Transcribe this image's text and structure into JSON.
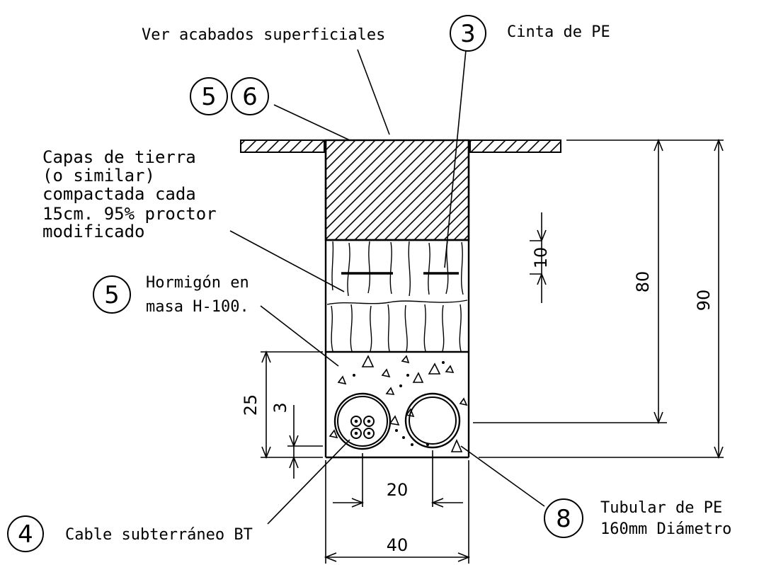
{
  "labels": {
    "surface_finish": "Ver acabados superficiales",
    "pe_tape": "Cinta de PE",
    "soil_layers_1": "Capas de tierra",
    "soil_layers_2": "(o similar)",
    "soil_layers_3": "compactada  cada",
    "soil_layers_4": "15cm. 95% proctor",
    "soil_layers_5": "modificado",
    "concrete_1": "Hormigón en",
    "concrete_2": "masa H-100.",
    "cable": "Cable subterráneo BT",
    "tube_1": "Tubular de PE",
    "tube_2": "160mm Diámetro"
  },
  "callouts": {
    "c3": "3",
    "c5a": "5",
    "c6": "6",
    "c5b": "5",
    "c4": "4",
    "c8": "8"
  },
  "dimensions": {
    "d10": "10",
    "d80": "80",
    "d90": "90",
    "d25": "25",
    "d3": "3",
    "d20": "20",
    "d40": "40"
  }
}
